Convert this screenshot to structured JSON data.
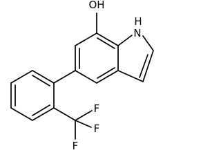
{
  "molecule": {
    "atoms": {
      "hydroxyl": "OH",
      "nh": "H",
      "n": "N",
      "f1": "F",
      "f2": "F",
      "f3": "F"
    }
  }
}
